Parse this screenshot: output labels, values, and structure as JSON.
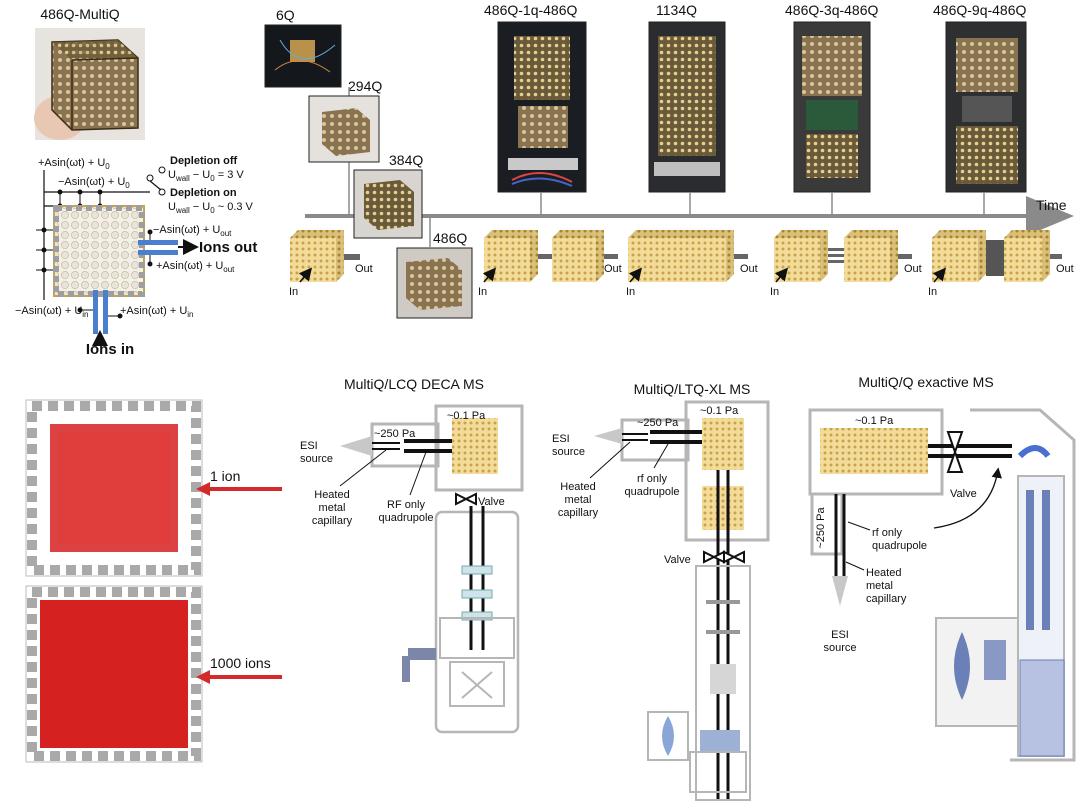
{
  "multiq_photo_title": "486Q-MultiQ",
  "schematic": {
    "top_left": "+Asin(ωt) + U",
    "top_left_sub": "0",
    "top_mid": "−Asin(ωt) + U",
    "top_mid_sub": "0",
    "depl_off": "Depletion off",
    "depl_off_eq": "U",
    "depl_off_eq_sub": "wall",
    "depl_off_eq_rest": " − U",
    "depl_off_eq_sub2": "0",
    "depl_off_eq_val": " = 3 V",
    "depl_on": "Depletion on",
    "depl_on_eq": "U",
    "depl_on_eq_sub": "wall",
    "depl_on_eq_rest": " − U",
    "depl_on_eq_sub2": "0",
    "depl_on_eq_val": " ~ 0.3 V",
    "right_top": "−Asin(ωt) + U",
    "right_top_sub": "out",
    "ions_out": "Ions out",
    "right_bot": "+Asin(ωt) + U",
    "right_bot_sub": "out",
    "bot_left": "−Asin(ωt) + U",
    "bot_left_sub": "in",
    "bot_right": "+Asin(ωt) + U",
    "bot_right_sub": "in",
    "ions_in": "Ions in"
  },
  "timeline": {
    "time_label": "Time",
    "generations": [
      "6Q",
      "294Q",
      "384Q",
      "486Q",
      "486Q-1q-486Q",
      "1134Q",
      "486Q-3q-486Q",
      "486Q-9q-486Q"
    ],
    "in_label": "In",
    "out_label": "Out"
  },
  "simulation": {
    "label_1": "1 ion",
    "label_1000": "1000 ions"
  },
  "ms": {
    "deca": {
      "title": "MultiQ/LCQ DECA MS",
      "p_high": "~0.1 Pa",
      "p_low": "~250 Pa",
      "esi": [
        "ESI",
        "source"
      ],
      "cap": [
        "Heated",
        "metal",
        "capillary"
      ],
      "rf": [
        "RF only",
        "quadrupole"
      ],
      "valve": "Valve"
    },
    "ltq": {
      "title": "MultiQ/LTQ-XL MS",
      "p_high": "~0.1 Pa",
      "p_low": "~250 Pa",
      "esi": [
        "ESI",
        "source"
      ],
      "cap": [
        "Heated",
        "metal",
        "capillary"
      ],
      "rf": [
        "rf only",
        "quadrupole"
      ],
      "valve": "Valve"
    },
    "qe": {
      "title": "MultiQ/Q exactive MS",
      "p_high": "~0.1 Pa",
      "p_low": "~250 Pa",
      "valve": "Valve",
      "rf": [
        "rf only",
        "quadrupole"
      ],
      "cap": [
        "Heated",
        "metal",
        "capillary"
      ],
      "esi": [
        "ESI",
        "source"
      ]
    }
  },
  "colors": {
    "gold": "#e8c96f",
    "gold_dark": "#c9a24c",
    "ion_red": "#d62121",
    "electrode_blue": "#4a7fd0",
    "arrow_red": "#d42a2a",
    "gray_line": "#8a8a8a"
  }
}
